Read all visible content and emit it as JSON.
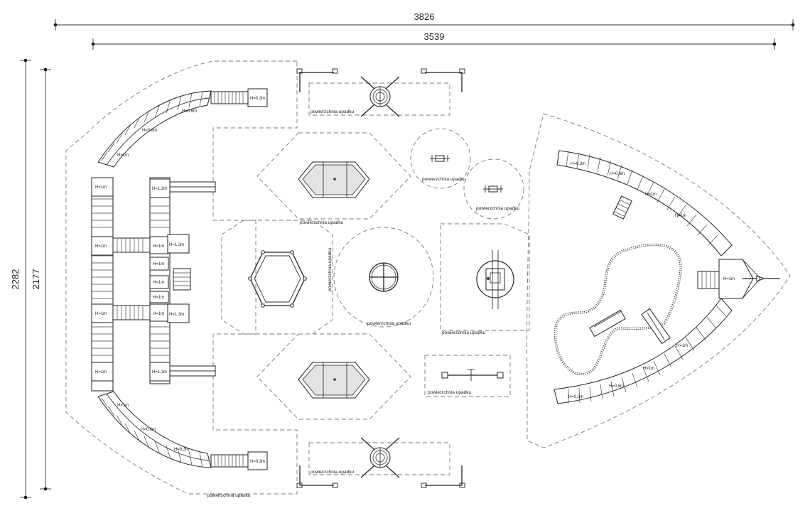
{
  "dimensions": {
    "outer_width": "3826",
    "inner_width": "3539",
    "outer_height": "2282",
    "inner_height": "2177"
  },
  "labels": {
    "fall_zone": "powierzchnia upadku",
    "h03": "H=0,3m",
    "h06": "H=0,6m",
    "h1": "H=1m",
    "h13": "H=1,3m",
    "h13m": "H=1,3m"
  }
}
